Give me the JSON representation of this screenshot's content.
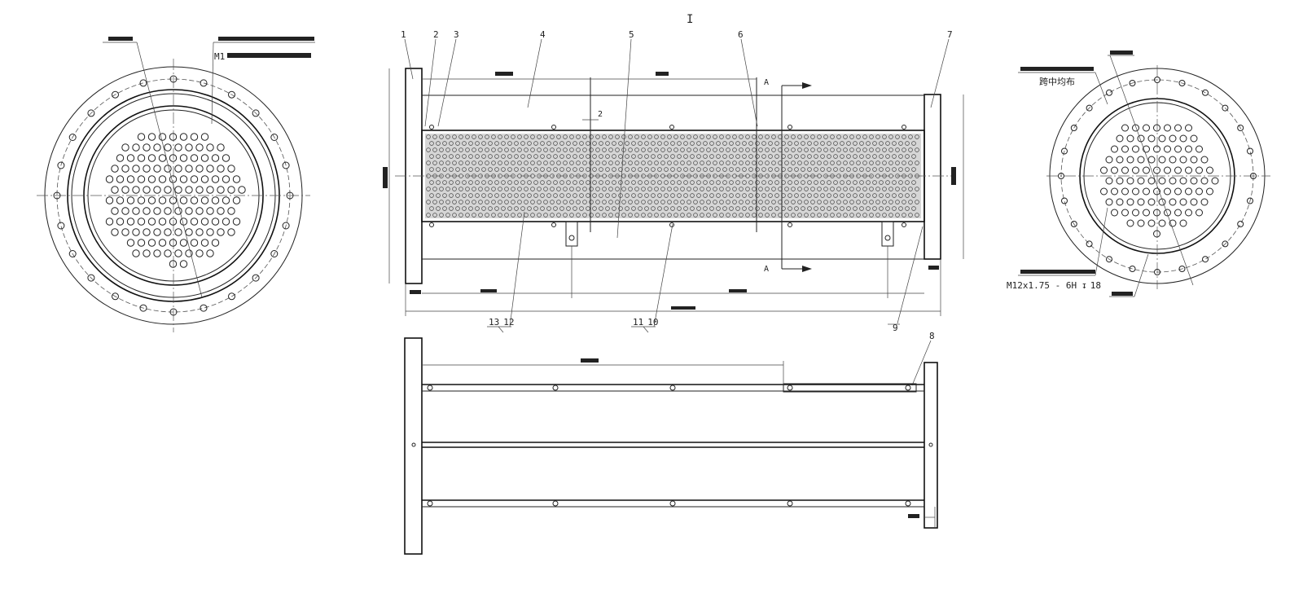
{
  "drawing": {
    "top_mark": "I",
    "callouts": [
      "1",
      "2",
      "3",
      "4",
      "5",
      "6",
      "7",
      "8",
      "9",
      "10",
      "11",
      "12",
      "13"
    ],
    "callout_pairs": {
      "p1312": {
        "a": "13",
        "b": "12"
      },
      "p1110": {
        "a": "11",
        "b": "10"
      }
    },
    "section_mark": "A",
    "detail_mark": "2",
    "right_view_notes": {
      "note_chinese": "跨中均布",
      "thread_spec": "M12x1.75 - 6H",
      "depth_symbol": "↧",
      "depth_value": "18"
    },
    "left_view_notes": {
      "thread_spec_partial": "M1"
    }
  }
}
